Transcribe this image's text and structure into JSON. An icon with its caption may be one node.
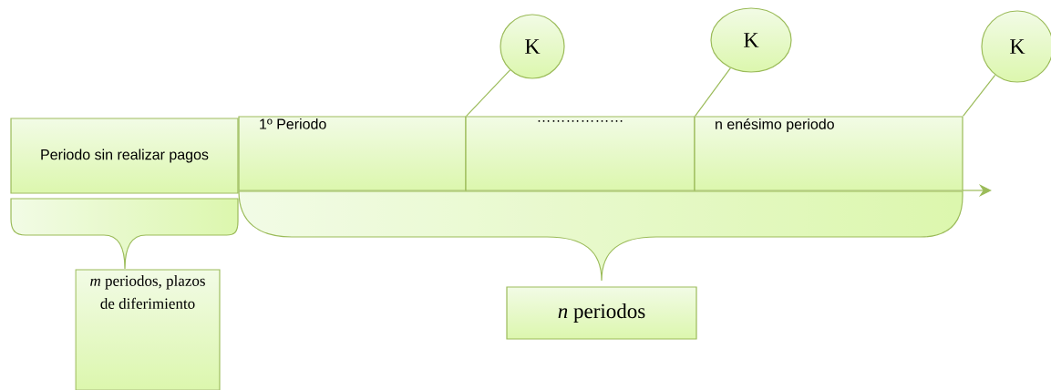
{
  "diagram": {
    "nodes": [
      {
        "text": [
          "Periodo sin realizar pagos"
        ]
      },
      {
        "text": [
          "1º Periodo"
        ]
      },
      {
        "text": [
          "………………"
        ]
      },
      {
        "text": [
          "n enésimo periodo"
        ]
      },
      {
        "text": [
          "K"
        ]
      },
      {
        "text": [
          "K"
        ]
      },
      {
        "text": [
          "K"
        ]
      },
      {
        "text": [
          "*m* periodos, plazos de diferimiento"
        ]
      },
      {
        "text": [
          "*n* periodos"
        ]
      }
    ],
    "edges": [
      {
        "from": 4,
        "to": 1,
        "arrow": "none"
      },
      {
        "from": 5,
        "to": 2,
        "arrow": "none"
      },
      {
        "from": 6,
        "to": 3,
        "arrow": "none"
      }
    ]
  }
}
